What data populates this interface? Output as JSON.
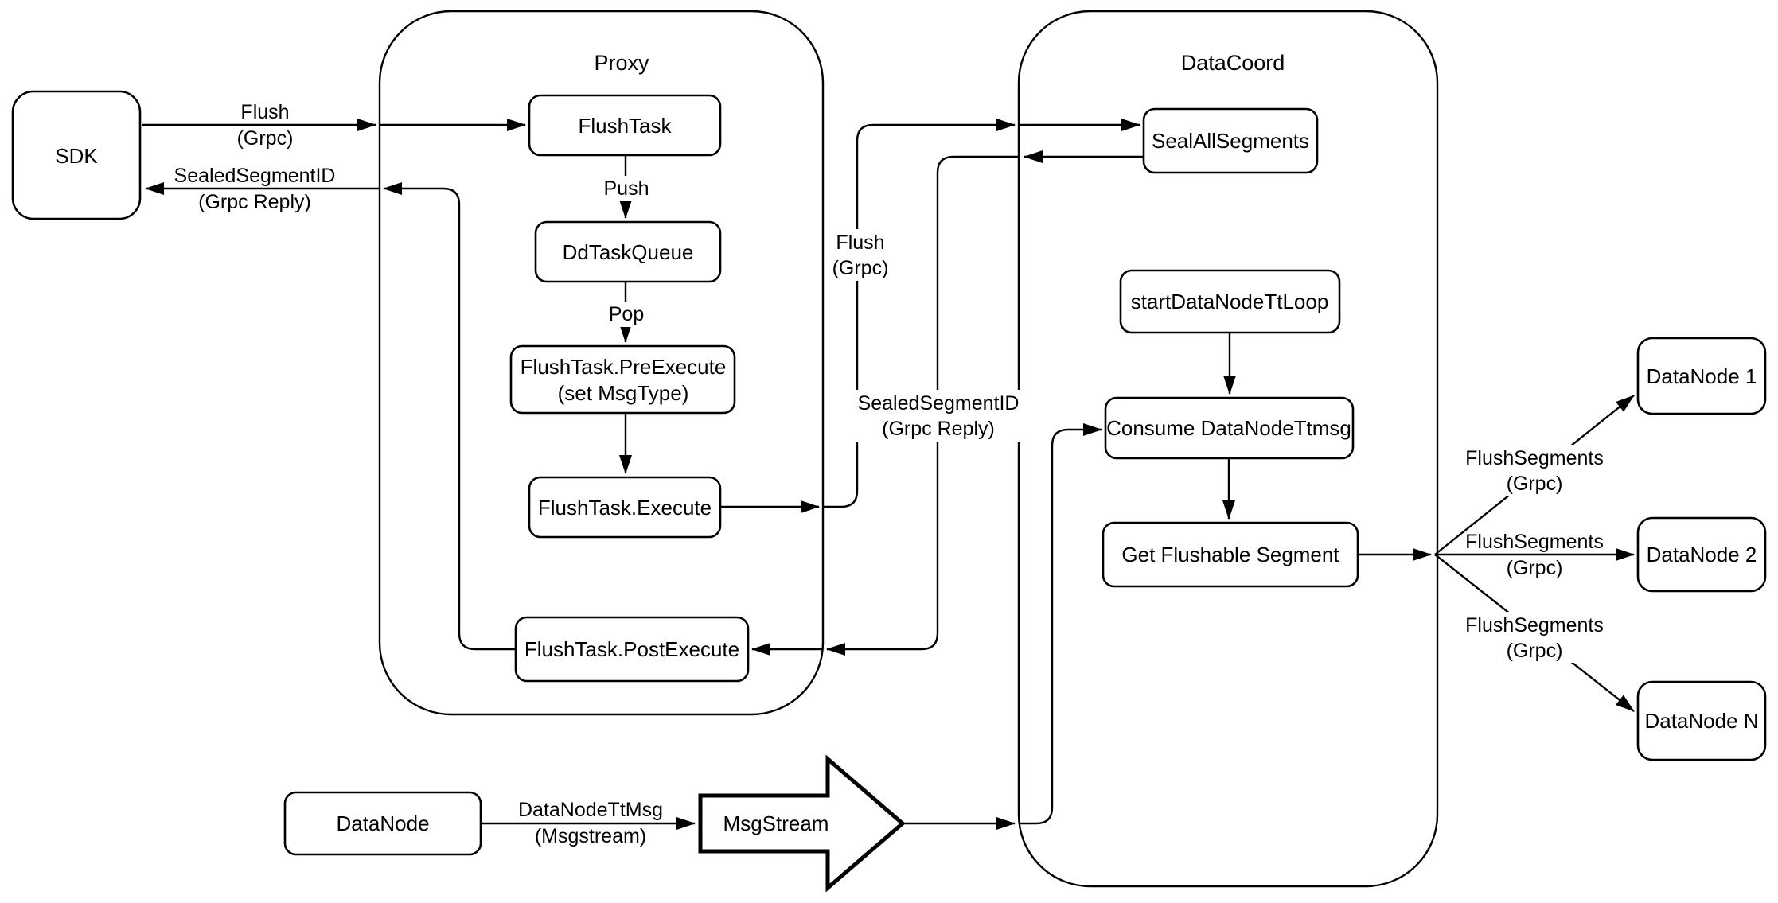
{
  "containers": {
    "proxy": {
      "label": "Proxy"
    },
    "datacoord": {
      "label": "DataCoord"
    }
  },
  "nodes": {
    "sdk": {
      "label": "SDK"
    },
    "flush_task": {
      "label": "FlushTask"
    },
    "dd_task_queue": {
      "label": "DdTaskQueue"
    },
    "flush_task_pre_execute": {
      "line1": "FlushTask.PreExecute",
      "line2": "(set MsgType)"
    },
    "flush_task_execute": {
      "label": "FlushTask.Execute"
    },
    "flush_task_post_execute": {
      "label": "FlushTask.PostExecute"
    },
    "seal_all_segments": {
      "label": "SealAllSegments"
    },
    "start_data_node_tt_loop": {
      "label": "startDataNodeTtLoop"
    },
    "consume_data_node_ttmsg": {
      "label": "Consume DataNodeTtmsg"
    },
    "get_flushable_segment": {
      "label": "Get Flushable Segment"
    },
    "data_node_1": {
      "label": "DataNode 1"
    },
    "data_node_2": {
      "label": "DataNode 2"
    },
    "data_node_n": {
      "label": "DataNode N"
    },
    "data_node_bottom": {
      "label": "DataNode"
    },
    "msg_stream": {
      "label": "MsgStream"
    }
  },
  "edge_labels": {
    "flush_sdk_to_proxy": {
      "line1": "Flush",
      "line2": "(Grpc)"
    },
    "sealed_segment_id_to_sdk": {
      "line1": "SealedSegmentID",
      "line2": "(Grpc Reply)"
    },
    "push": {
      "text": "Push"
    },
    "pop": {
      "text": "Pop"
    },
    "flush_proxy_to_datacoord": {
      "line1": "Flush",
      "line2": "(Grpc)"
    },
    "sealed_segment_id_to_proxy": {
      "line1": "SealedSegmentID",
      "line2": "(Grpc Reply)"
    },
    "flush_segments_1": {
      "line1": "FlushSegments",
      "line2": "(Grpc)"
    },
    "flush_segments_2": {
      "line1": "FlushSegments",
      "line2": "(Grpc)"
    },
    "flush_segments_3": {
      "line1": "FlushSegments",
      "line2": "(Grpc)"
    },
    "data_node_tt_msg": {
      "line1": "DataNodeTtMsg",
      "line2": "(Msgstream)"
    }
  },
  "colors": {
    "stroke": "#000000",
    "background": "#ffffff",
    "node_fill": "#ffffff"
  }
}
